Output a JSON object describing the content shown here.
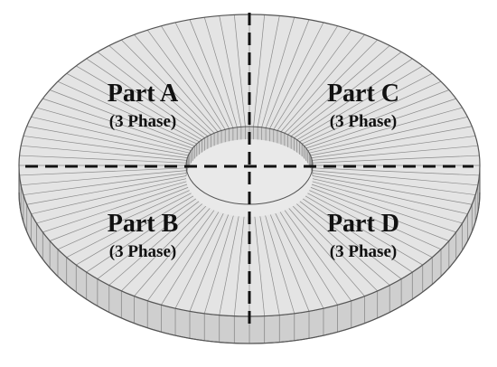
{
  "parts": [
    {
      "id": "a",
      "title": "Part A",
      "subtitle": "(3 Phase)"
    },
    {
      "id": "b",
      "title": "Part B",
      "subtitle": "(3 Phase)"
    },
    {
      "id": "c",
      "title": "Part C",
      "subtitle": "(3 Phase)"
    },
    {
      "id": "d",
      "title": "Part D",
      "subtitle": "(3 Phase)"
    }
  ],
  "colors": {
    "disk_top": "#e4e4e4",
    "disk_rim": "#cfcfcf",
    "slot_lines": "#8a8a8a",
    "outline": "#555555",
    "hole_fill": "#e9e9e9",
    "divider_lines": "#111111",
    "label_text": "#111111"
  },
  "diagram": {
    "slot_count": 96,
    "divider_style": "dashed"
  }
}
